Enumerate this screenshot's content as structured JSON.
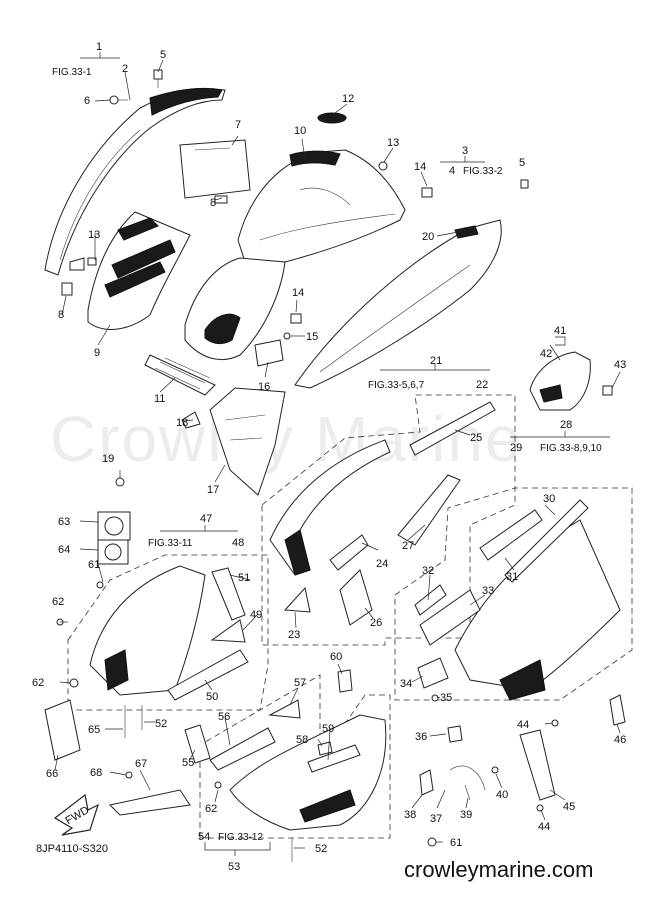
{
  "watermark": "Crowley Marine",
  "site_url": "crowleymarine.com",
  "diagram_code": "8JP4110-S320",
  "fwd_label": "FWD",
  "fig_refs": {
    "fig_33_1": "FIG.33-1",
    "fig_33_2": "FIG.33-2",
    "fig_33_5_6_7": "FIG.33-5,6,7",
    "fig_33_8_9_10": "FIG.33-8,9,10",
    "fig_33_11": "FIG.33-11",
    "fig_33_12": "FIG.33-12"
  },
  "callouts": [
    "1",
    "2",
    "3",
    "4",
    "5",
    "6",
    "7",
    "8",
    "9",
    "10",
    "11",
    "12",
    "13",
    "14",
    "15",
    "16",
    "17",
    "18",
    "19",
    "20",
    "21",
    "22",
    "23",
    "24",
    "25",
    "26",
    "27",
    "28",
    "29",
    "30",
    "31",
    "32",
    "33",
    "34",
    "35",
    "36",
    "37",
    "38",
    "39",
    "40",
    "41",
    "42",
    "43",
    "44",
    "45",
    "46",
    "47",
    "48",
    "49",
    "50",
    "51",
    "52",
    "53",
    "54",
    "55",
    "56",
    "57",
    "58",
    "59",
    "60",
    "61",
    "62",
    "63",
    "64",
    "65",
    "66",
    "67",
    "68"
  ]
}
